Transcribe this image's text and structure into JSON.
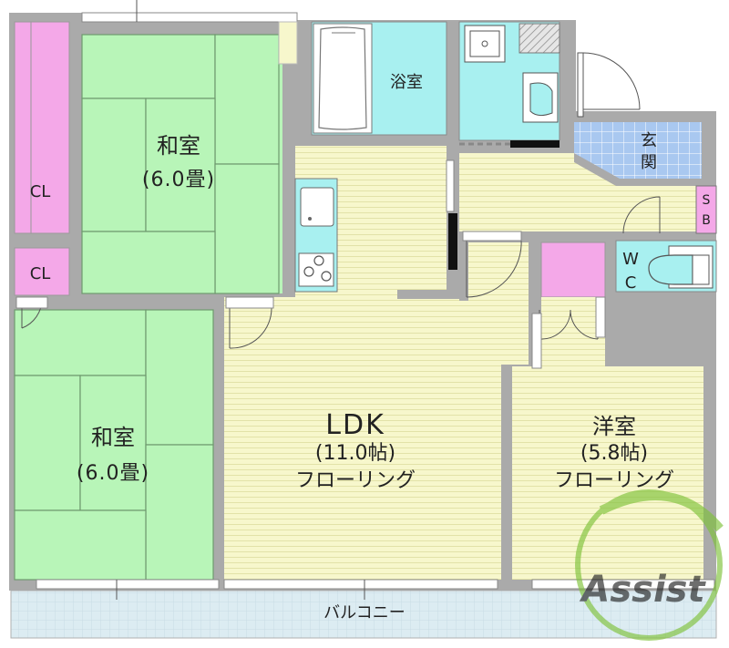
{
  "rooms": {
    "washitsu_top": {
      "name": "和室",
      "size": "(6.0畳)"
    },
    "washitsu_bottom": {
      "name": "和室",
      "size": "(6.0畳)"
    },
    "ldk": {
      "name": "LDK",
      "size": "(11.0帖)",
      "floor": "フローリング"
    },
    "yoshitsu": {
      "name": "洋室",
      "size": "(5.8帖)",
      "floor": "フローリング"
    },
    "bath": {
      "name": "浴室"
    },
    "entrance": {
      "line1": "玄",
      "line2": "関"
    },
    "shoebox": {
      "line1": "S",
      "line2": "B"
    },
    "toilet": {
      "line1": "W",
      "line2": "C"
    },
    "closet_top": {
      "name": "CL"
    },
    "closet_small": {
      "name": "CL"
    },
    "balcony": {
      "name": "バルコニー"
    }
  },
  "logo": {
    "text": "Assist"
  },
  "colors": {
    "wall": "#a9a9a9",
    "tatami": "#b8f5b8",
    "flooring": "#f6f6c8",
    "closet": "#f4a8e8",
    "water": "#a8f0f0",
    "balcony": "#dcecf2",
    "entrance_tile": "#a8c8f0",
    "logo": "#7fc23a"
  }
}
